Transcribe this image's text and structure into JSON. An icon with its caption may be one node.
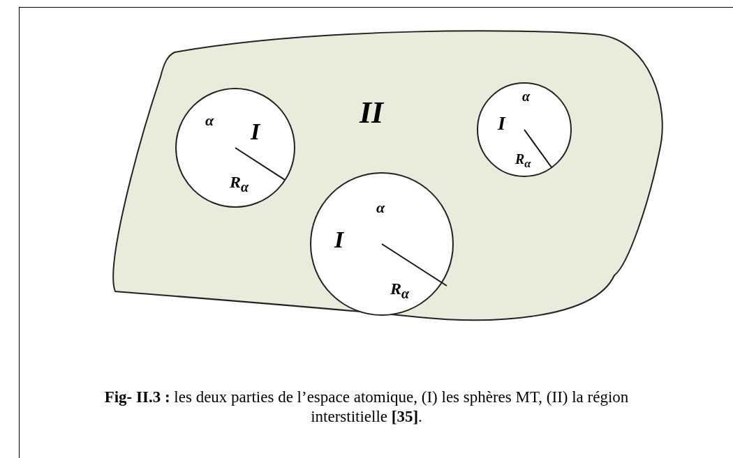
{
  "diagram": {
    "caption": "**Fig- II.3 :** les deux parties de l’espace atomique, (I) les sphères MT, (II) la région interstitielle **[35]**.",
    "nodes": [
      {
        "text": [
          "II"
        ]
      },
      {
        "text": [
          "α",
          "I",
          "R$_{α}$"
        ],
        "in": 0
      },
      {
        "text": [
          "α",
          "I",
          "R$_{α}$"
        ],
        "in": 0
      },
      {
        "text": [
          "α",
          "I",
          "R$_{α}$"
        ],
        "in": 0
      }
    ]
  }
}
